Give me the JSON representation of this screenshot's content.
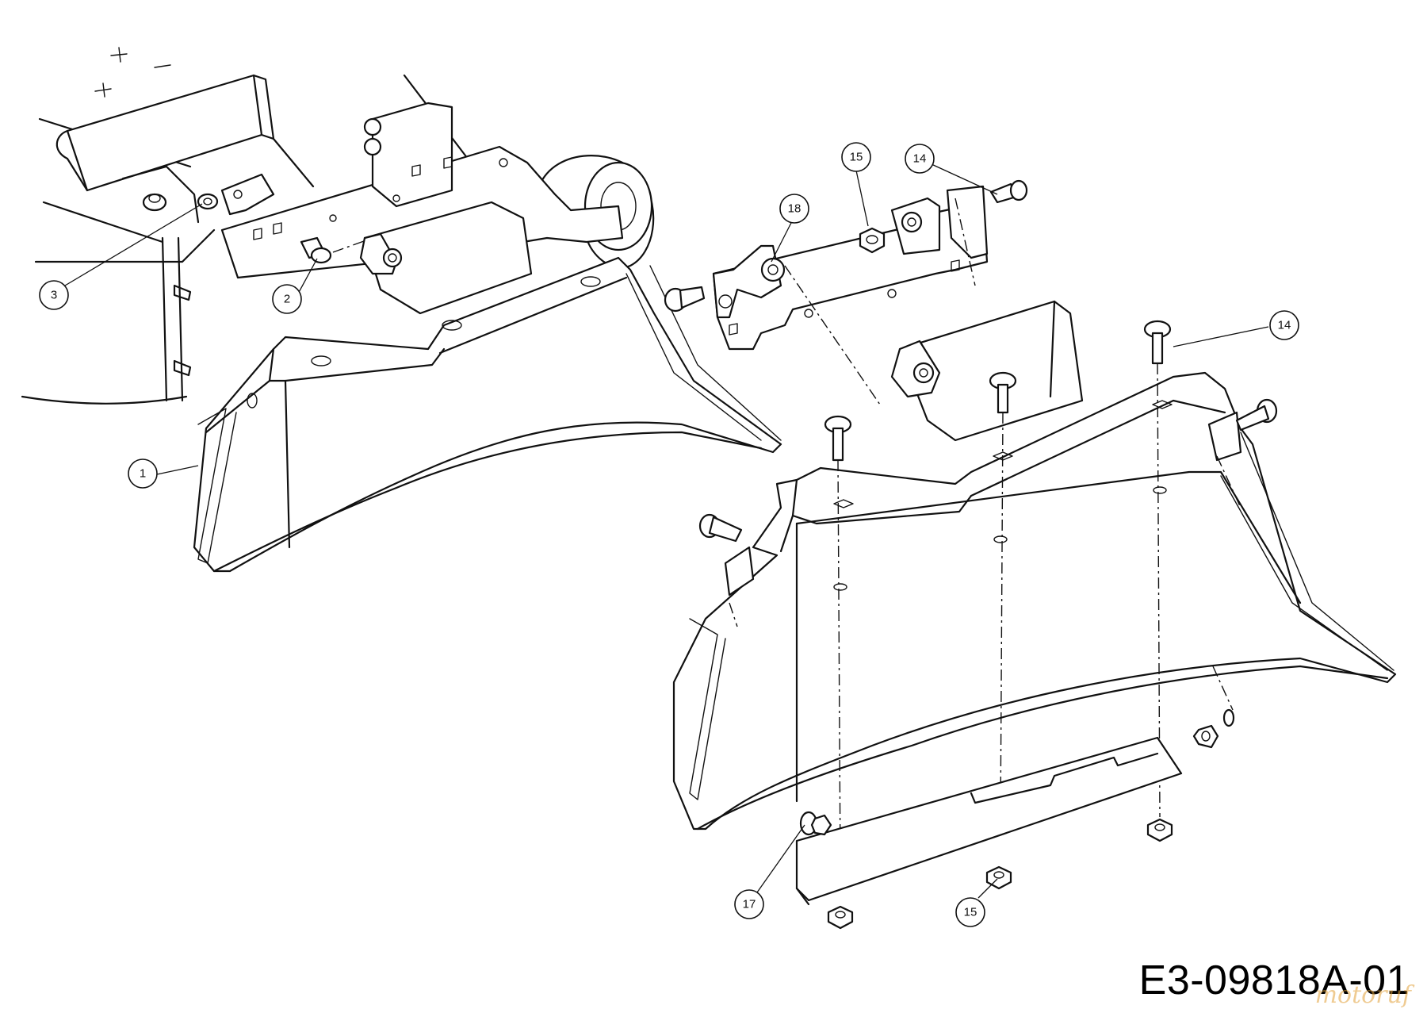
{
  "diagram_id": "E3-09818A-01",
  "watermark": "motoruf",
  "callouts": [
    {
      "key": "c1",
      "label": "1"
    },
    {
      "key": "c2",
      "label": "2"
    },
    {
      "key": "c3",
      "label": "3"
    },
    {
      "key": "c14a",
      "label": "14"
    },
    {
      "key": "c14b",
      "label": "14"
    },
    {
      "key": "c15a",
      "label": "15"
    },
    {
      "key": "c15b",
      "label": "15"
    },
    {
      "key": "c17",
      "label": "17"
    },
    {
      "key": "c18",
      "label": "18"
    }
  ]
}
